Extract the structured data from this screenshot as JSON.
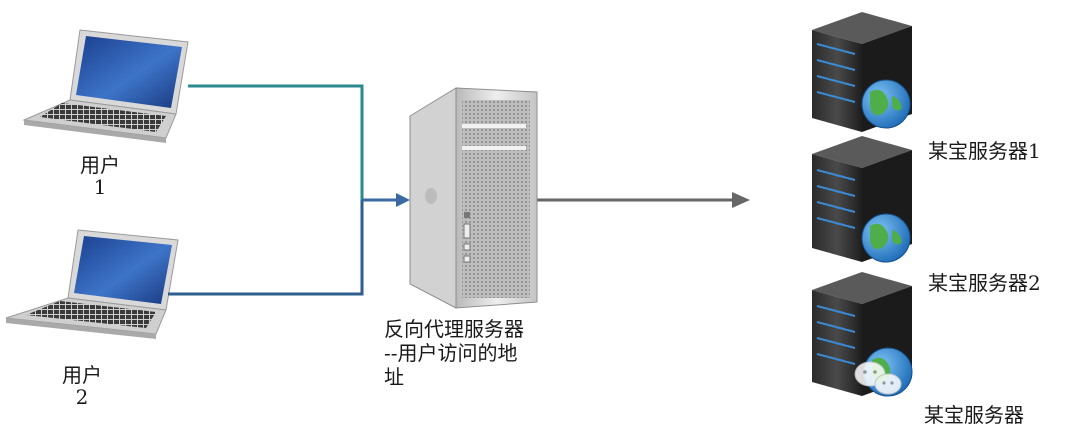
{
  "users": [
    {
      "label_line1": "用户",
      "label_line2": "1"
    },
    {
      "label_line1": "用户",
      "label_line2": "2"
    }
  ],
  "proxy": {
    "label_lines": [
      "反向代理服务器",
      "--用户访问的地",
      "址"
    ]
  },
  "servers": [
    {
      "label": "某宝服务器1"
    },
    {
      "label": "某宝服务器2"
    },
    {
      "label": "某宝服务器"
    }
  ],
  "colors": {
    "user1_link": "#2a8a90",
    "user2_link": "#2f5f8e",
    "proxy_arrow": "#3b6aa3",
    "server_arrow": "#666666"
  }
}
